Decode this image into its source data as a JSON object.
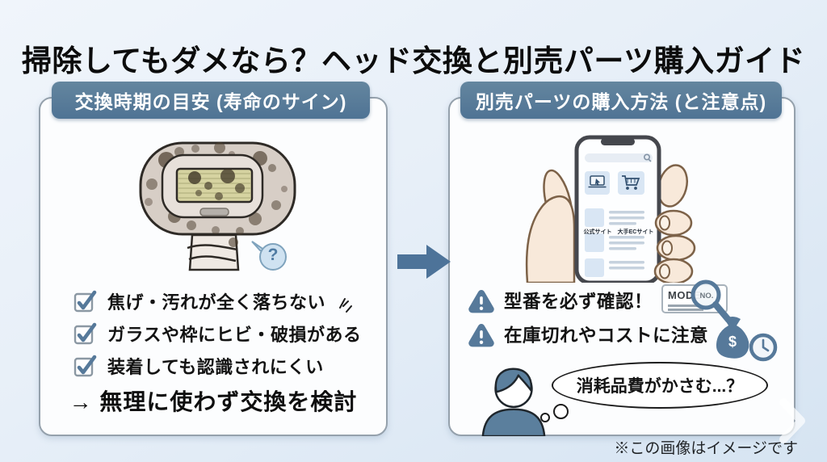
{
  "title": "掃除してもダメなら？ヘッド交換と別売パーツ購入ガイド",
  "left_panel": {
    "header": "交換時期の目安 (寿命のサイン)",
    "question_mark": "?",
    "checklist": [
      {
        "label": "焦げ・汚れが全く落ちない"
      },
      {
        "label": "ガラスや枠にヒビ・破損がある"
      },
      {
        "label": "装着しても認識されにくい"
      }
    ],
    "conclusion": "→ 無理に使わず交換を検討"
  },
  "right_panel": {
    "header": "別売パーツの購入方法 (と注意点)",
    "phone": {
      "site_buttons": [
        {
          "label": "公式サイト"
        },
        {
          "label": "大手ECサイト"
        }
      ]
    },
    "warnings": [
      {
        "label": "型番を必ず確認！"
      },
      {
        "label": "在庫切れやコストに注意"
      }
    ],
    "model_tag": {
      "card_text": "MODE",
      "lens_text": "NO."
    },
    "money_symbol": "$",
    "thought_bubble": "消耗品費がかさむ...？"
  },
  "footer": {
    "disclaimer": "※この画像はイメージです"
  },
  "colors": {
    "accent": "#56799a",
    "panel_border": "#95a1ac",
    "background_top": "#f0f5fb",
    "background_bottom": "#d6e4f2",
    "text": "#131313"
  }
}
